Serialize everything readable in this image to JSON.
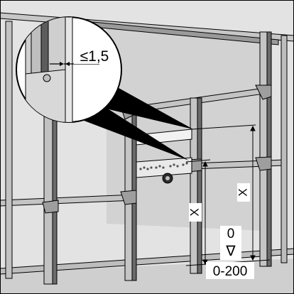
{
  "labels": {
    "gap_max": "≤1,5",
    "dim_x_left": "X",
    "dim_x_right": "X",
    "level_zero": "0",
    "level_triangle": "∇",
    "range": "0-200"
  },
  "colors": {
    "background": "#e3e3e3",
    "wall": "#d0d0d0",
    "profile_fill": "#c9c9c9",
    "profile_dark": "#5c5c5c",
    "outline": "#000000",
    "callout": "#000000"
  }
}
